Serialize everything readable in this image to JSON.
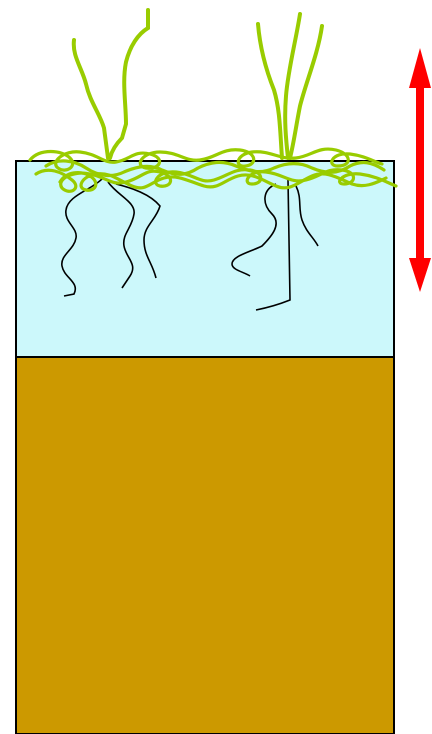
{
  "colors": {
    "background": "#ffffff",
    "water": "#ccf8fb",
    "soil": "#cc9900",
    "outline": "#000000",
    "plant": "#99cc00",
    "roots": "#000000",
    "arrow": "#ff0000"
  },
  "layers": [
    {
      "name": "water-layer"
    },
    {
      "name": "soil-layer"
    }
  ],
  "plants": [
    {
      "name": "plant-left",
      "root_count": 3,
      "stem_count": 2
    },
    {
      "name": "plant-right",
      "root_count": 3,
      "stem_count": 3
    }
  ],
  "arrow": {
    "direction": "vertical",
    "heads": "both"
  }
}
